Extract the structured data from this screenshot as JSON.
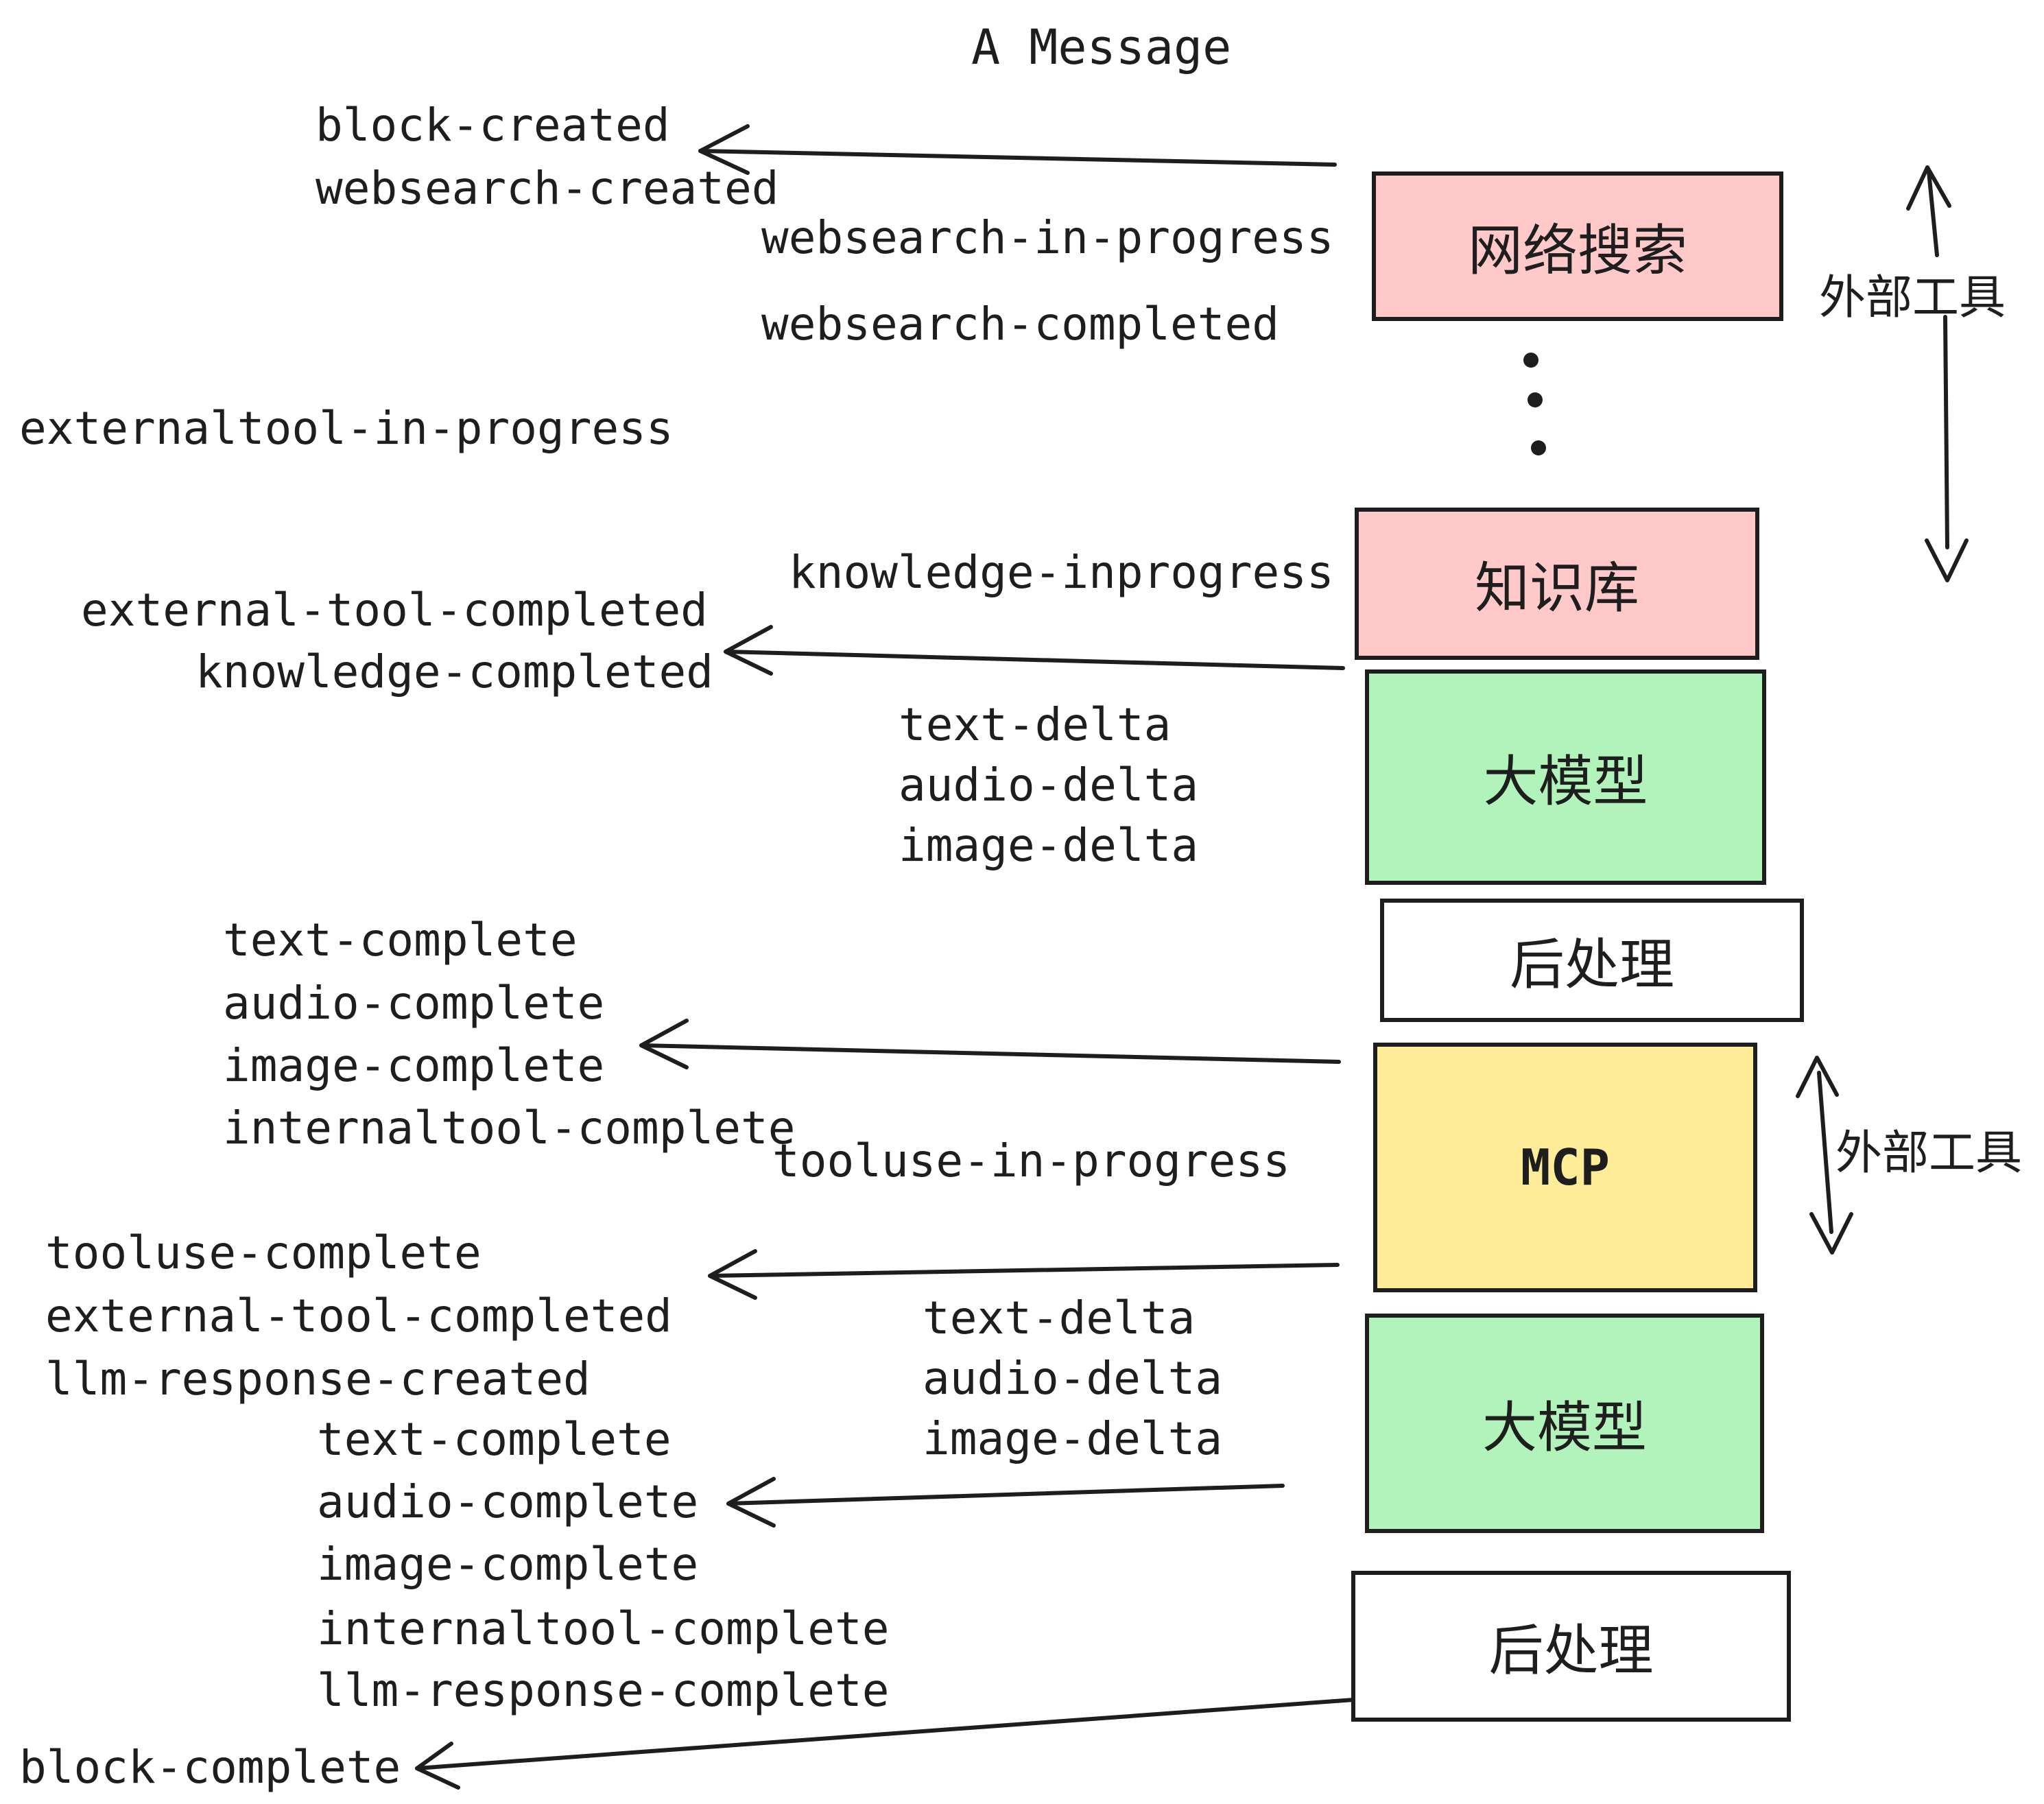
{
  "title": "A Message",
  "colors": {
    "ink": "#1e1e1e",
    "pink": "#ffc9c9",
    "green": "#b2f2bb",
    "yellow": "#ffec99",
    "white": "#ffffff"
  },
  "boxes": [
    {
      "id": "websearch",
      "label": "网络搜索",
      "color": "pink"
    },
    {
      "id": "knowledge",
      "label": "知识库",
      "color": "pink"
    },
    {
      "id": "llm-1",
      "label": "大模型",
      "color": "green"
    },
    {
      "id": "post-1",
      "label": "后处理",
      "color": "white"
    },
    {
      "id": "mcp",
      "label": "MCP",
      "color": "yellow"
    },
    {
      "id": "llm-2",
      "label": "大模型",
      "color": "green"
    },
    {
      "id": "post-2",
      "label": "后处理",
      "color": "white"
    }
  ],
  "side_labels": [
    {
      "text": "外部工具"
    },
    {
      "text": "外部工具"
    }
  ],
  "events": [
    {
      "text": "block-created"
    },
    {
      "text": "websearch-created"
    },
    {
      "text": "websearch-in-progress"
    },
    {
      "text": "websearch-completed"
    },
    {
      "text": "externaltool-in-progress"
    },
    {
      "text": "knowledge-inprogress"
    },
    {
      "text": "external-tool-completed"
    },
    {
      "text": "knowledge-completed"
    },
    {
      "text": "text-delta"
    },
    {
      "text": "audio-delta"
    },
    {
      "text": "image-delta"
    },
    {
      "text": "text-complete"
    },
    {
      "text": "audio-complete"
    },
    {
      "text": "image-complete"
    },
    {
      "text": "internaltool-complete"
    },
    {
      "text": "tooluse-in-progress"
    },
    {
      "text": "tooluse-complete"
    },
    {
      "text": "external-tool-completed"
    },
    {
      "text": "llm-response-created"
    },
    {
      "text": "text-delta"
    },
    {
      "text": "audio-delta"
    },
    {
      "text": "image-delta"
    },
    {
      "text": "text-complete"
    },
    {
      "text": "audio-complete"
    },
    {
      "text": "image-complete"
    },
    {
      "text": "internaltool-complete"
    },
    {
      "text": "llm-response-complete"
    },
    {
      "text": "block-complete"
    }
  ],
  "ellipsis_dot_count": 3
}
